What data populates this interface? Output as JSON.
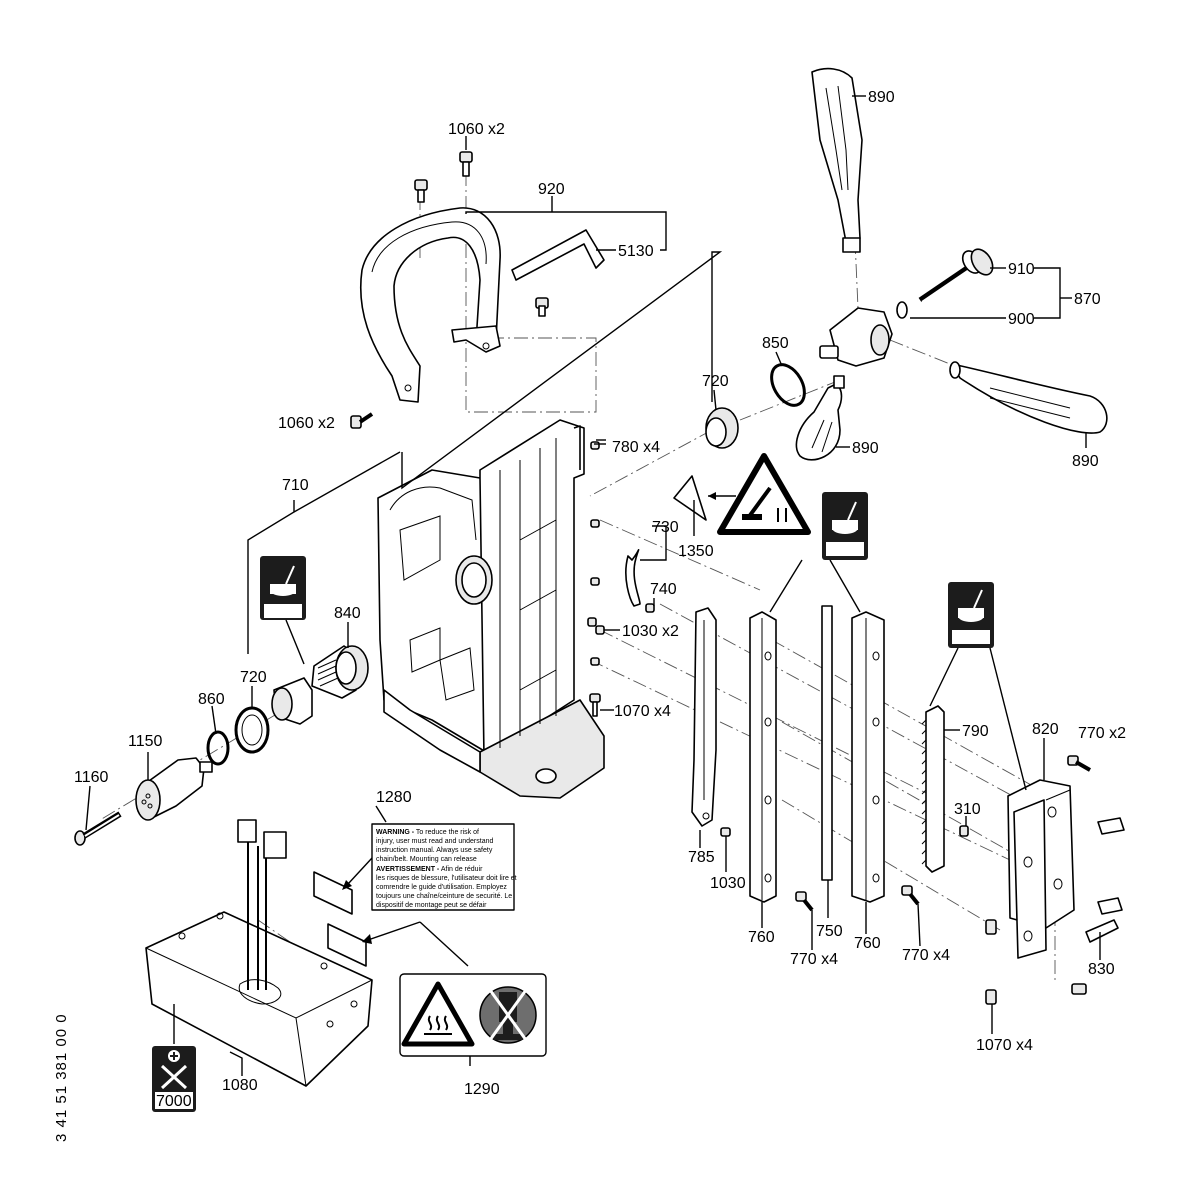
{
  "callouts": {
    "c890_top": "890",
    "c1060_top": "1060 x2",
    "c920": "920",
    "c5130": "5130",
    "c910": "910",
    "c870": "870",
    "c900": "900",
    "c850": "850",
    "c720_top": "720",
    "c890_mid": "890",
    "c890_right": "890",
    "c1060_left": "1060 x2",
    "c780": "780 x4",
    "c710": "710",
    "c730": "730",
    "c1350": "1350",
    "c740": "740",
    "c1030_mid": "1030 x2",
    "c840": "840",
    "c720_left": "720",
    "c860": "860",
    "c1150": "1150",
    "c1160": "1160",
    "c1070_mid": "1070 x4",
    "c790": "790",
    "c820": "820",
    "c770_x2": "770 x2",
    "c310": "310",
    "c785": "785",
    "c1030_bot": "1030",
    "c760_a": "760",
    "c770_a": "770 x4",
    "c750": "750",
    "c760_b": "760",
    "c770_b": "770 x4",
    "c830": "830",
    "c1070_bot": "1070 x4",
    "c1280": "1280",
    "c1080": "1080",
    "c1290": "1290",
    "c7000": "7000"
  },
  "warning_label": {
    "line1_bold": "WARNING -",
    "line1": " To reduce the risk of",
    "line2": "injury, user must read and understand",
    "line3": "instruction manual. Always use safety",
    "line4": "chain/belt. Mounting can release",
    "line5_bold": "AVERTISSEMENT -",
    "line5": " Afin de réduir",
    "line6": "les risques de blessure, l'utilisateur doit lire et",
    "line7": "comrendre le guide d'utilisation. Employez",
    "line8": "toujours une chaîne/ceinture de securité. Le",
    "line9": "dispositif de montage peut se défair"
  },
  "document_number": "3 41 51 381 00 0",
  "icons": [
    "lubricate-icon",
    "warning-triangle-icon",
    "hot-surface-icon",
    "magnet-drill-icon",
    "service-tools-icon"
  ],
  "colors": {
    "line": "#000000",
    "badge": "#1c1c1c",
    "background": "#ffffff"
  }
}
